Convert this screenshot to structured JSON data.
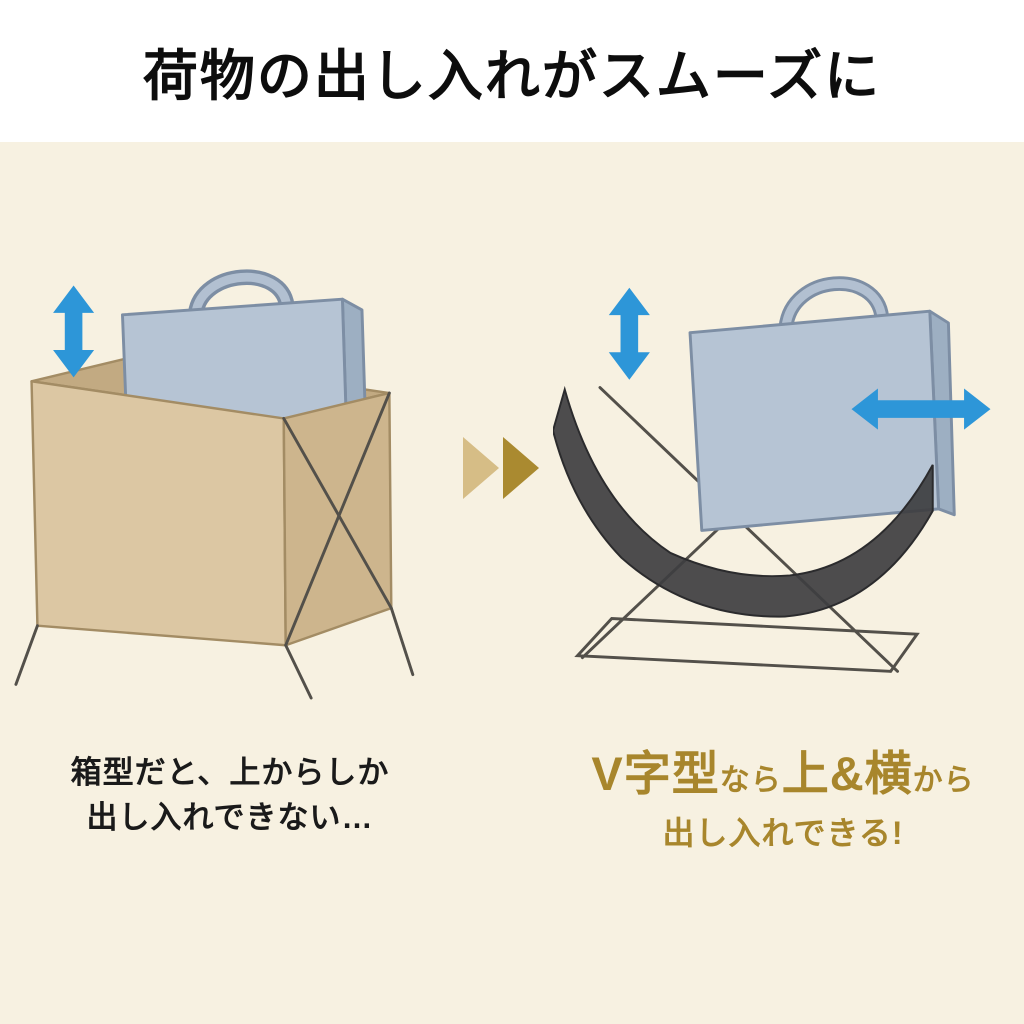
{
  "header": {
    "title": "荷物の出し入れがスムーズに"
  },
  "left_panel": {
    "caption_line1": "箱型だと、上からしか",
    "caption_line2": "出し入れできない…",
    "illustration": "box-type-stand-with-briefcase",
    "arrow_icon": "vertical-double-arrow"
  },
  "transition": {
    "icon": "double-right-triangles"
  },
  "right_panel": {
    "caption_segments": [
      {
        "text": "V字型",
        "size": "large"
      },
      {
        "text": "なら",
        "size": "small"
      },
      {
        "text": "上&横",
        "size": "large"
      },
      {
        "text": "から",
        "size": "small"
      }
    ],
    "caption_line2": "出し入れできる!",
    "illustration": "v-type-stand-with-briefcase",
    "arrow_icons": [
      "vertical-double-arrow",
      "horizontal-double-arrow"
    ]
  },
  "colors": {
    "page_background": "#f7f1e1",
    "header_background": "#ffffff",
    "header_text": "#0d0d0d",
    "left_caption_text": "#1a1a1a",
    "right_caption_text": "#a8862c",
    "arrow_blue": "#2d96d8",
    "transition_arrow_light": "#d6bd86",
    "transition_arrow_dark": "#aa8a30",
    "box_tan": "#dcc7a3",
    "briefcase_blue_gray": "#b6c4d4",
    "sling_dark_gray": "#3e3e40",
    "wire_frame": "#53504a"
  }
}
